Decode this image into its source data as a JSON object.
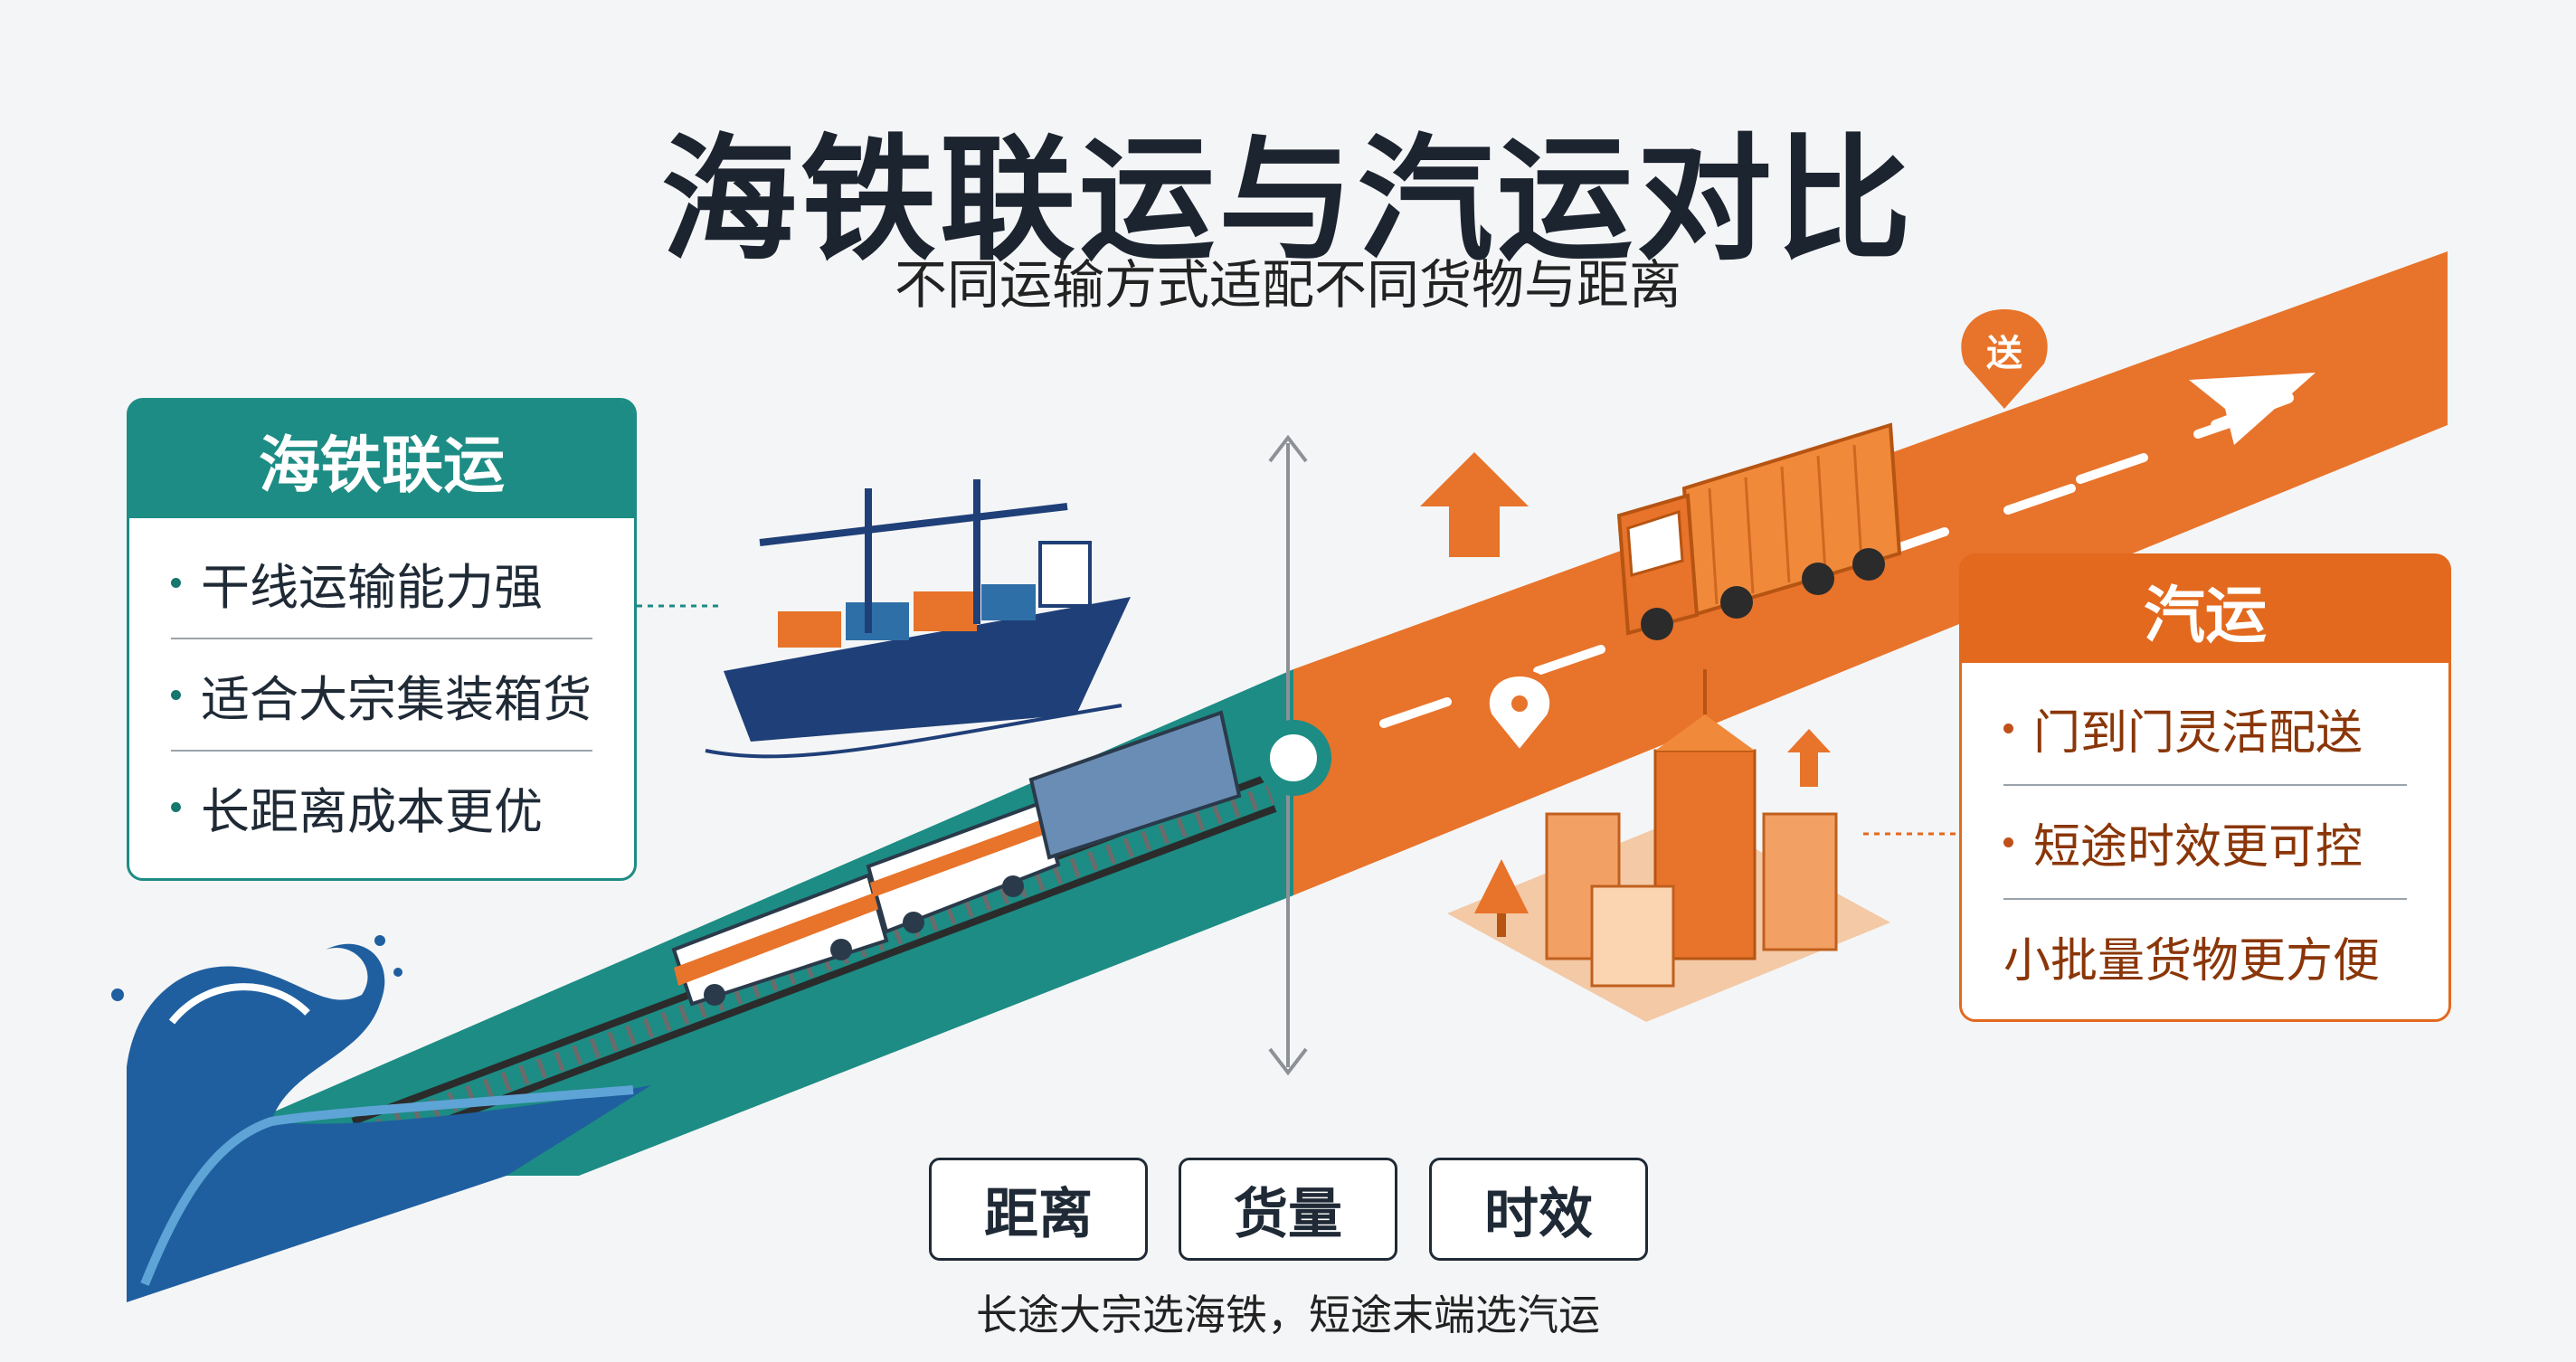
{
  "title": "海铁联运与汽运对比",
  "subtitle": "不同运输方式适配不同货物与距离",
  "sea_rail": {
    "heading": "海铁联运",
    "items": [
      "干线运输能力强",
      "适合大宗集装箱货",
      "长距离成本更优"
    ]
  },
  "road": {
    "heading": "汽运",
    "items": [
      "门到门灵活配送",
      "短途时效更可控",
      "小批量货物更方便"
    ]
  },
  "delivery_pin_label": "送",
  "factors": [
    "距离",
    "货量",
    "时效"
  ],
  "conclusion": "长途大宗选海铁，短途末端选汽运",
  "colors": {
    "teal": "#1d8c84",
    "orange": "#e2691e",
    "navy": "#1f3f78"
  },
  "icons": [
    "wave-icon",
    "cargo-ship-icon",
    "freight-train-icon",
    "truck-icon",
    "city-buildings-icon",
    "tree-icon",
    "location-pin-icon",
    "up-arrow-icon",
    "direction-arrow-icon"
  ]
}
